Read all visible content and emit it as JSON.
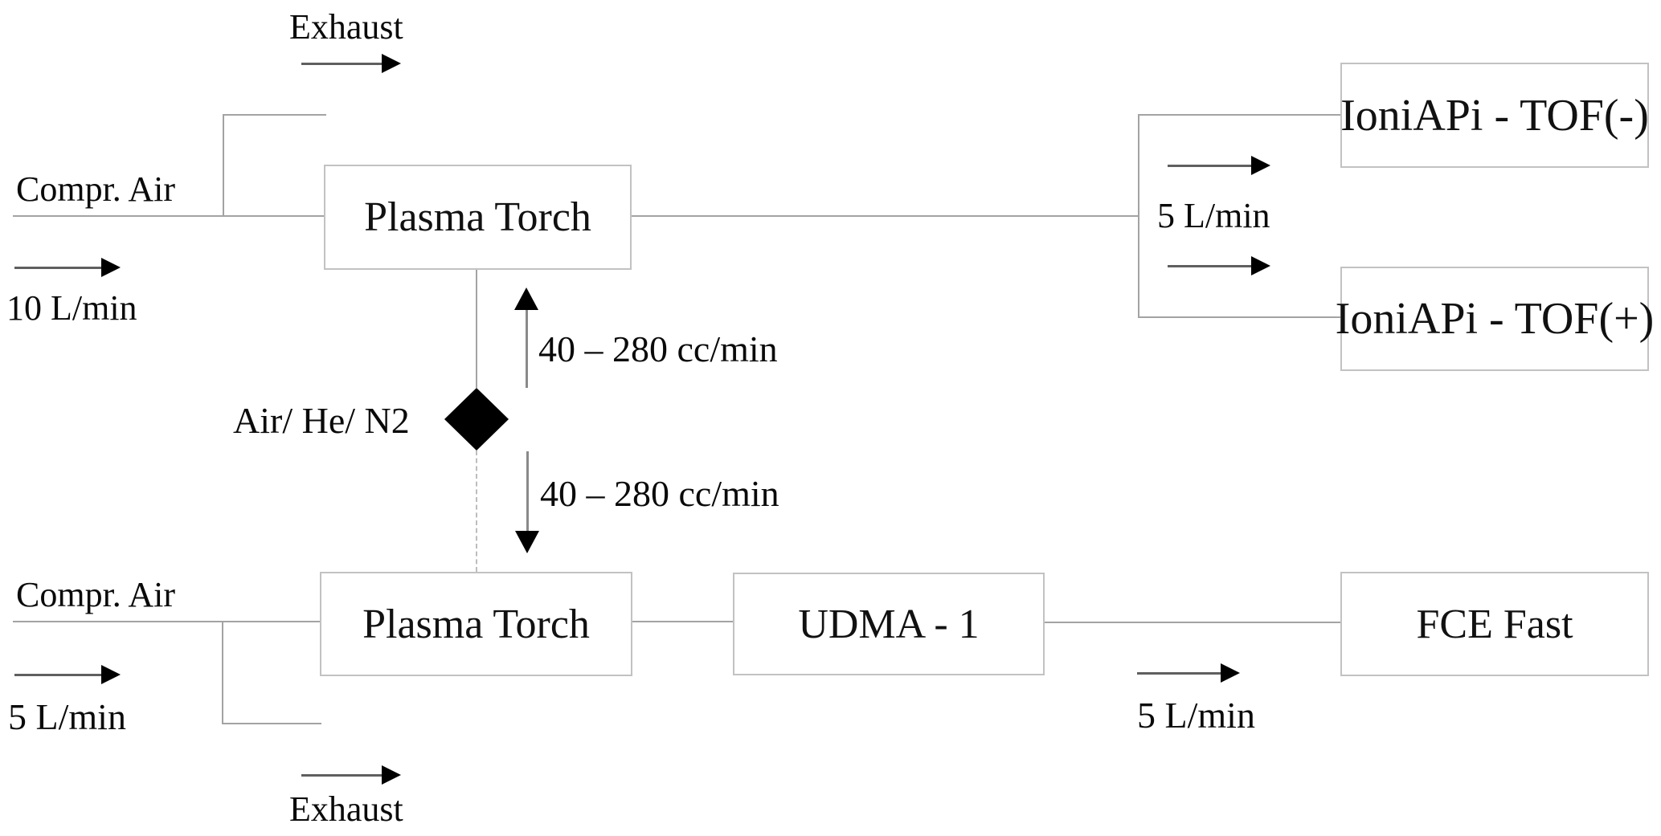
{
  "boxes": {
    "plasma_torch_top": "Plasma Torch",
    "tof_neg": "IoniAPi - TOF(-)",
    "tof_pos": "IoniAPi - TOF(+)",
    "plasma_torch_bottom": "Plasma Torch",
    "udma": "UDMA - 1",
    "fce": "FCE Fast"
  },
  "labels": {
    "exhaust_top": "Exhaust",
    "compr_air_top": "Compr. Air",
    "flow_top": "10 L/min",
    "branch_flow": "5 L/min",
    "valve_up_flow": "40 – 280 cc/min",
    "valve_down_flow": "40 – 280 cc/min",
    "valve_gas": "Air/ He/ N2",
    "compr_air_bottom": "Compr. Air",
    "flow_bottom": "5 L/min",
    "udma_fce_flow": "5 L/min",
    "exhaust_bottom": "Exhaust"
  },
  "colors": {
    "pipe": "#a3a3a3",
    "box_border": "#c2c2c2",
    "arrow": "#000000",
    "text": "#000000",
    "background": "#ffffff"
  }
}
